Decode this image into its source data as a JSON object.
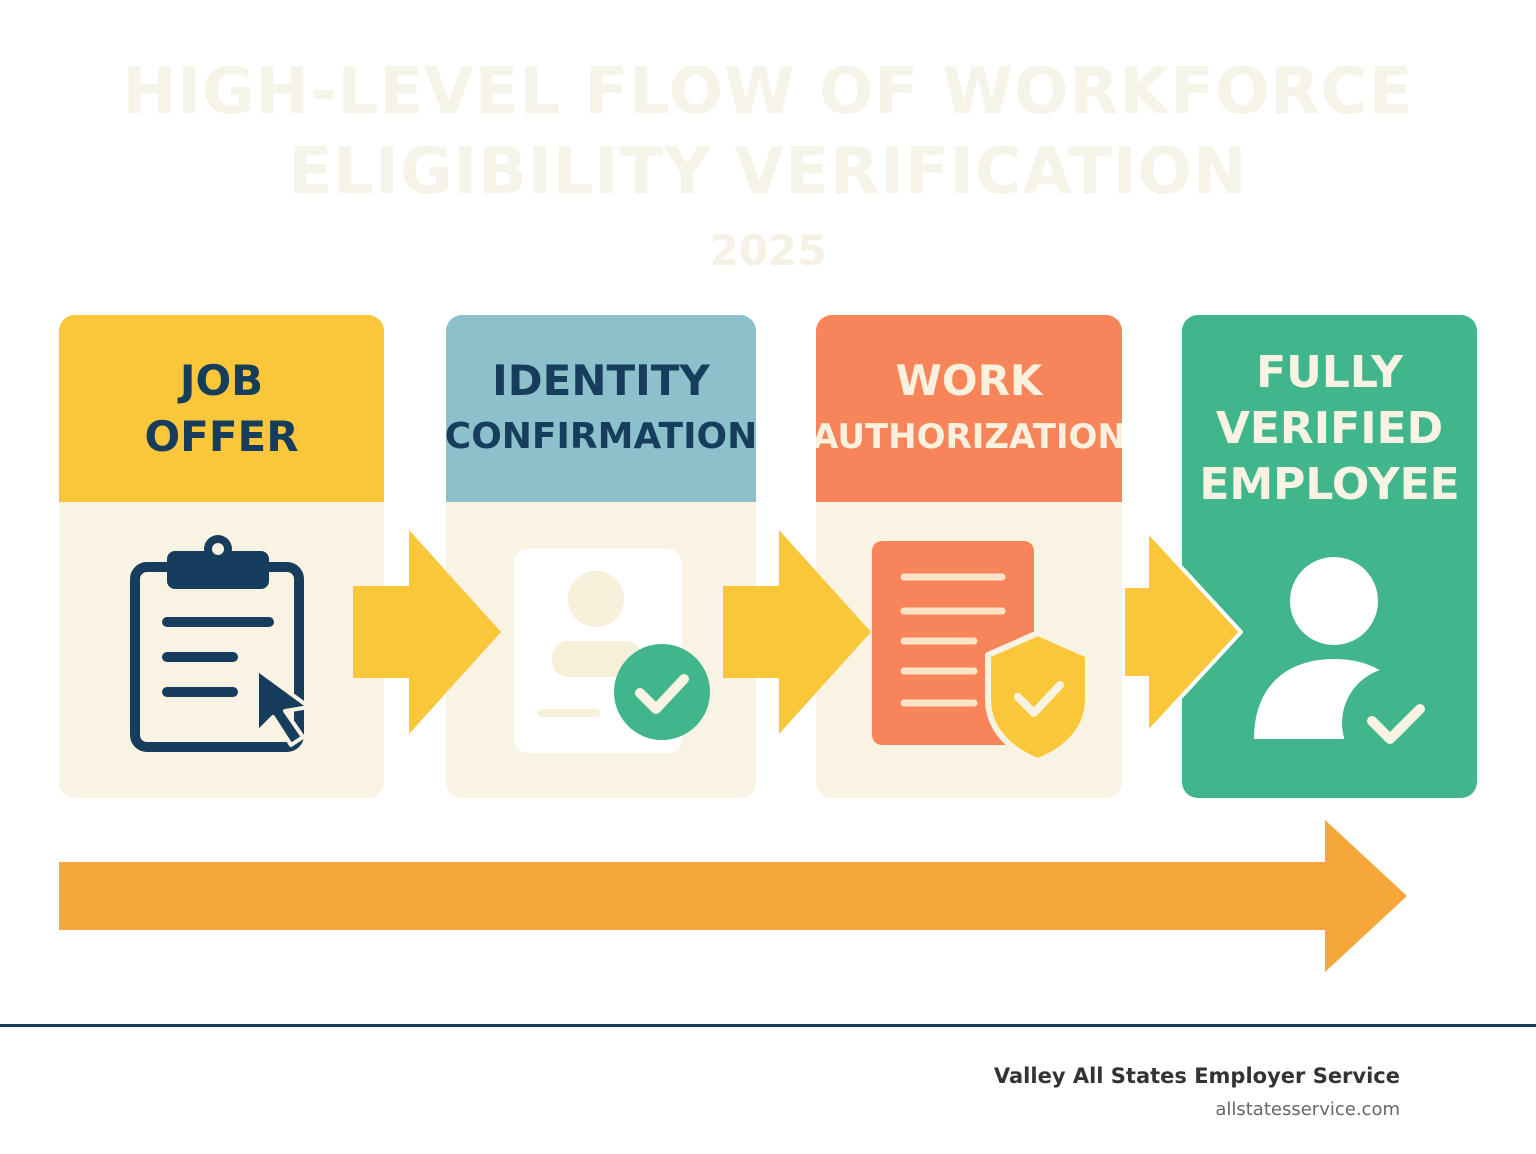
{
  "header": {
    "title_line1": "HIGH-LEVEL FLOW OF WORKFORCE",
    "title_line2": "ELIGIBILITY VERIFICATION",
    "year": "2025"
  },
  "steps": [
    {
      "line1": "JOB",
      "line2": "OFFER",
      "icon": "clipboard-cursor-icon",
      "color": "#fbc73a"
    },
    {
      "line1": "IDENTITY",
      "line2": "CONFIRMATION",
      "icon": "id-card-check-icon",
      "color": "#8cc1cb"
    },
    {
      "line1": "WORK",
      "line2": "AUTHORIZATION",
      "icon": "document-shield-icon",
      "color": "#f8855a"
    },
    {
      "line1": "FULLY",
      "line2": "VERIFIED",
      "line3": "EMPLOYEE",
      "icon": "verified-person-icon",
      "color": "#41b68d"
    }
  ],
  "colors": {
    "connector": "#fbc73a",
    "progress_arrow": "#f6a73a",
    "navy": "#163d5c"
  },
  "footer": {
    "company": "Valley All States Employer Service",
    "url": "allstatesservice.com"
  }
}
